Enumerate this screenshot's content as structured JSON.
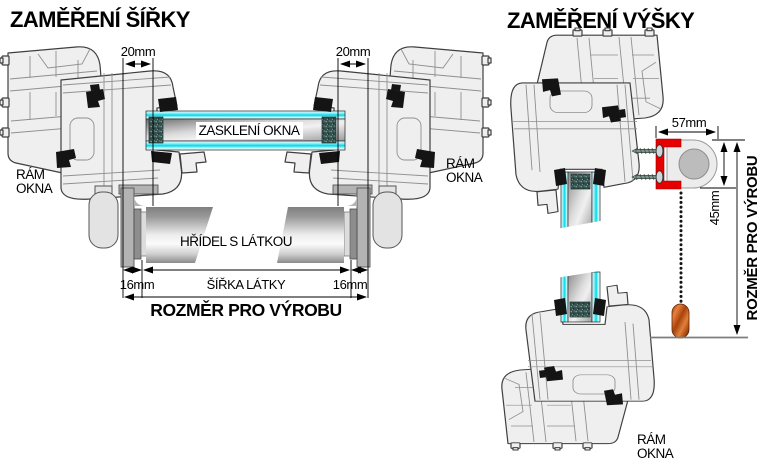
{
  "width_section": {
    "title": "ZAMĚŘENÍ ŠÍŘKY",
    "dim_left_offset": "20mm",
    "dim_right_offset": "20mm",
    "dim_left_bracket": "16mm",
    "dim_right_bracket": "16mm",
    "glazing_label": "ZASKLENÍ OKNA",
    "shaft_label": "HŘÍDEL S LÁTKOU",
    "fabric_width_label": "ŠÍŘKA LÁTKY",
    "production_label": "ROZMĚR PRO VÝROBU",
    "frame_label_left": [
      "RÁM",
      "OKNA"
    ],
    "frame_label_right": [
      "RÁM",
      "OKNA"
    ]
  },
  "height_section": {
    "title": "ZAMĚŘENÍ VÝŠKY",
    "dim_cassette_width": "57mm",
    "dim_cassette_height": "45mm",
    "production_label": "ROZMĚR PRO VÝROBU",
    "frame_label": [
      "RÁM",
      "OKNA"
    ]
  },
  "colors": {
    "bracket_red": "#e60000",
    "glass_cyan": "#00d8ea",
    "weight_orange": "#c85311",
    "profile_gray": "#efefef"
  }
}
